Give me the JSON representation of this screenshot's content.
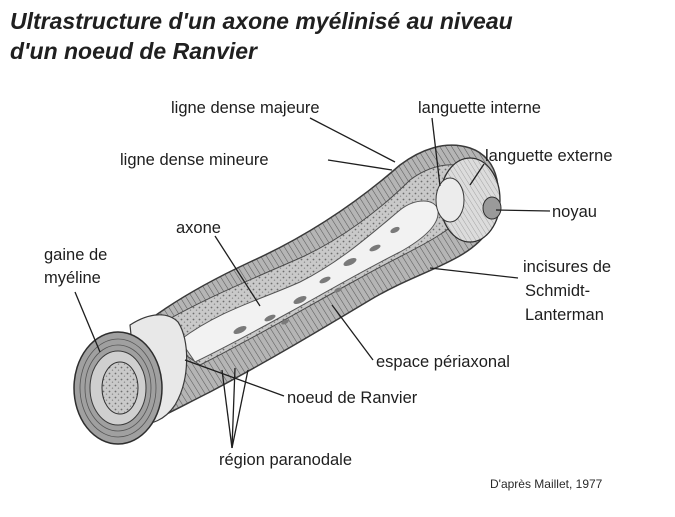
{
  "title": {
    "line1": "Ultrastructure d'un axone myélinisé au niveau",
    "line2": "d'un noeud de Ranvier"
  },
  "labels": {
    "ligne_dense_majeure": "ligne dense majeure",
    "languette_interne": "languette interne",
    "ligne_dense_mineure": "ligne dense mineure",
    "languette_externe": "languette externe",
    "noyau": "noyau",
    "axone": "axone",
    "gaine_myeline_1": "gaine de",
    "gaine_myeline_2": "myéline",
    "incisures_1": "incisures de",
    "incisures_2": "Schmidt-",
    "incisures_3": "Lanterman",
    "espace_periaxonal": "espace périaxonal",
    "noeud_ranvier": "noeud de Ranvier",
    "region_paranodale": "région paranodale"
  },
  "credit": "D'après Maillet, 1977",
  "colors": {
    "ink": "#1e1e1e",
    "sheath_light": "#d6d6d6",
    "sheath_dark": "#8a8a8a",
    "axon": "#f2f2f2"
  }
}
